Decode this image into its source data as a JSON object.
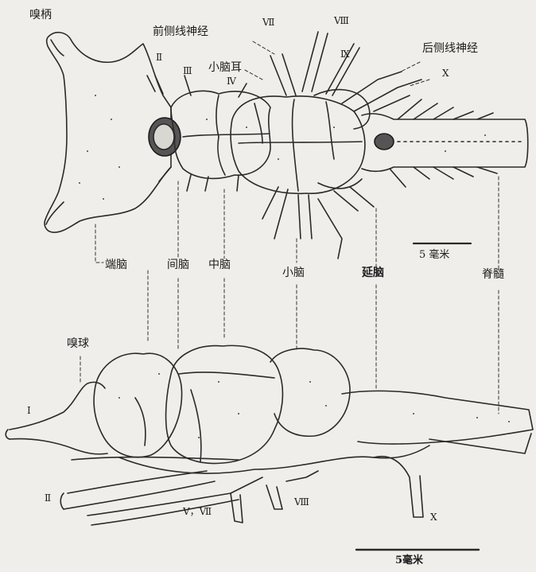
{
  "labels": {
    "olfactory_stalk": "嗅柄",
    "anterior_lateral_line_nerve": "前侧线神经",
    "posterior_lateral_line_nerve": "后侧线神经",
    "auricle": "小脑耳",
    "telencephalon": "端脑",
    "diencephalon": "间脑",
    "mesencephalon": "中脑",
    "cerebellum": "小脑",
    "medulla": "延脑",
    "spinal_cord": "脊髓",
    "olfactory_bulb": "嗅球"
  },
  "nerves_top": {
    "II": "Ⅱ",
    "III": "Ⅲ",
    "IV": "Ⅳ",
    "VII": "Ⅶ",
    "VIII": "Ⅷ",
    "IX": "Ⅸ",
    "X": "Ⅹ"
  },
  "nerves_side": {
    "I": "Ⅰ",
    "II": "Ⅱ",
    "V_VII": "Ⅴ，Ⅶ",
    "VIII": "Ⅷ",
    "X": "Ⅹ"
  },
  "scale_top": "5 毫米",
  "scale_bottom": "5毫米"
}
